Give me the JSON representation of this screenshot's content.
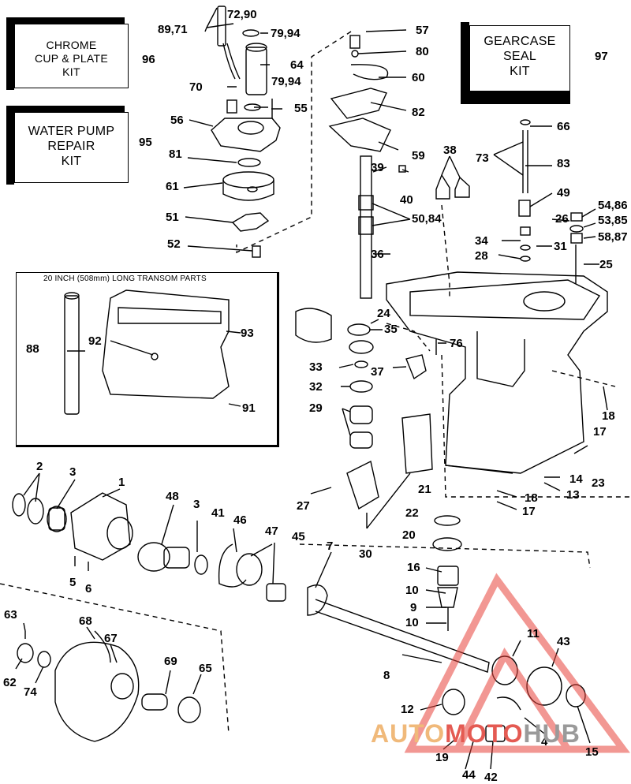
{
  "kits": [
    {
      "id": "chrome",
      "lines": [
        "CHROME",
        "CUP & PLATE",
        "KIT"
      ],
      "number": "96"
    },
    {
      "id": "waterpump",
      "lines": [
        "WATER PUMP",
        "REPAIR",
        "KIT"
      ],
      "number": "95"
    },
    {
      "id": "gearcase",
      "lines": [
        "GEARCASE",
        "SEAL",
        "KIT"
      ],
      "number": "97"
    }
  ],
  "inset": {
    "title": "20 INCH (508mm) LONG TRANSOM PARTS"
  },
  "callouts": [
    "72,90",
    "89,71",
    "79,94",
    "64",
    "70",
    "79,94",
    "55",
    "56",
    "81",
    "61",
    "51",
    "52",
    "57",
    "80",
    "60",
    "82",
    "59",
    "39",
    "40",
    "38",
    "50,84",
    "36",
    "66",
    "73",
    "83",
    "49",
    "54,86",
    "26",
    "53,85",
    "34",
    "31",
    "58,87",
    "28",
    "25",
    "88",
    "92",
    "93",
    "91",
    "24",
    "35",
    "76",
    "33",
    "37",
    "32",
    "29",
    "18",
    "17",
    "2",
    "3",
    "1",
    "48",
    "3",
    "41",
    "46",
    "47",
    "45",
    "7",
    "27",
    "30",
    "21",
    "22",
    "20",
    "14",
    "13",
    "18",
    "17",
    "23",
    "5",
    "6",
    "16",
    "10",
    "9",
    "10",
    "63",
    "68",
    "67",
    "69",
    "65",
    "62",
    "74",
    "8",
    "11",
    "43",
    "12",
    "4",
    "15",
    "19",
    "44",
    "42"
  ],
  "watermark": {
    "part1": "AUTO",
    "part2": "MOTO",
    "part3": "HUB"
  }
}
